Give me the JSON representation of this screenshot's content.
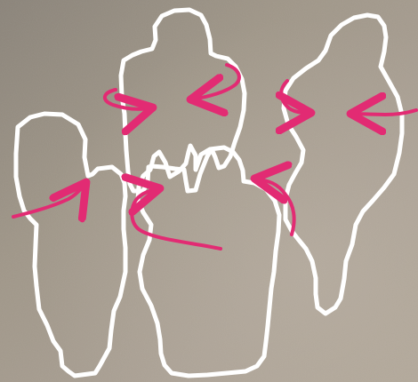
{
  "image": {
    "subject": "",
    "background_color": "#9c9488",
    "figure_outline_color": "#ffffff",
    "arrow_color": "#e22b73",
    "figures": [
      {
        "name": "left-figure",
        "arrow_direction": "right"
      },
      {
        "name": "top-center-figure",
        "arrow_direction": "mixed"
      },
      {
        "name": "right-figure",
        "arrow_direction": "mixed"
      },
      {
        "name": "center-back-figure",
        "arrow_direction": "mixed"
      }
    ]
  }
}
